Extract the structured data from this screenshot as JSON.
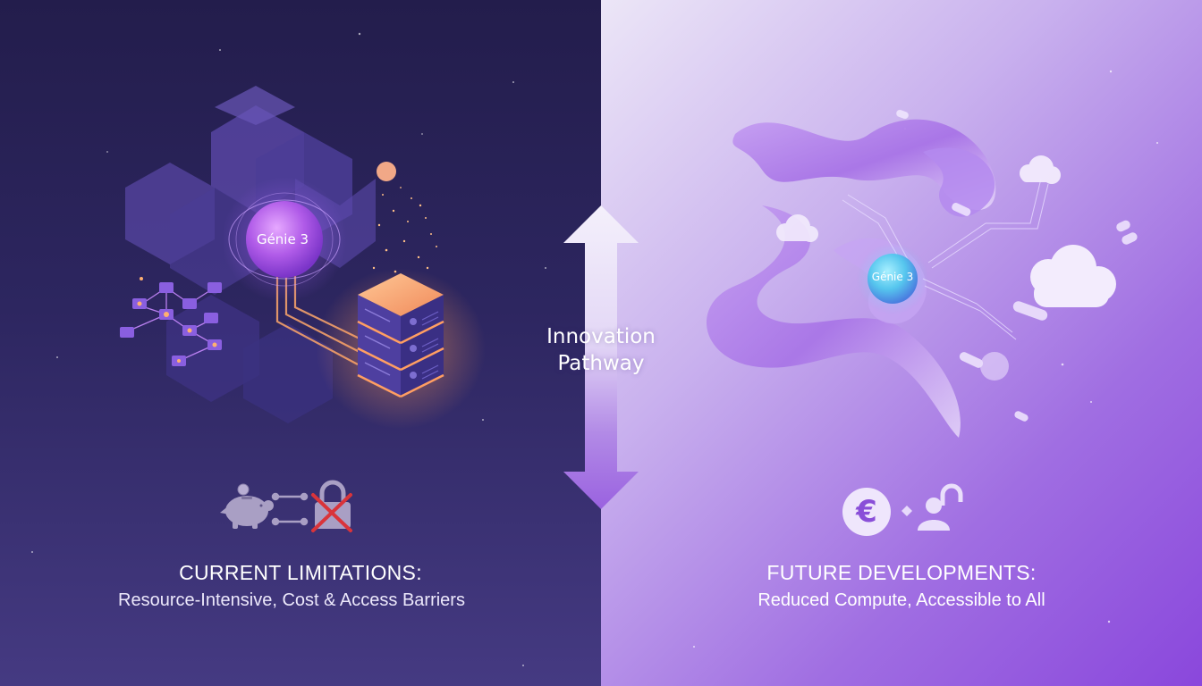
{
  "left_panel": {
    "heading": "CURRENT LIMITATIONS:",
    "subtitle": "Resource-Intensive, Cost & Access Barriers",
    "orb_label": "Génie 3",
    "icons": [
      "piggy-bank-icon",
      "link-icon",
      "locked-padlock-icon",
      "red-cross-icon"
    ]
  },
  "right_panel": {
    "heading": "FUTURE DEVELOPMENTS:",
    "subtitle": "Reduced Compute, Accessible to All",
    "orb_label": "Génie 3",
    "euro_symbol": "€",
    "icons": [
      "euro-coin-icon",
      "user-icon",
      "unlocked-padlock-icon"
    ]
  },
  "center": {
    "label": "Innovation Pathway",
    "icon": "double-arrow-icon"
  },
  "colors": {
    "left_bg": "#2a2358",
    "right_bg": "#a878e6",
    "accent_purple": "#9b6cf0",
    "server_orange": "#f4a36e",
    "cross_red": "#d9343a",
    "orb_cyan": "#5fd2f2"
  }
}
